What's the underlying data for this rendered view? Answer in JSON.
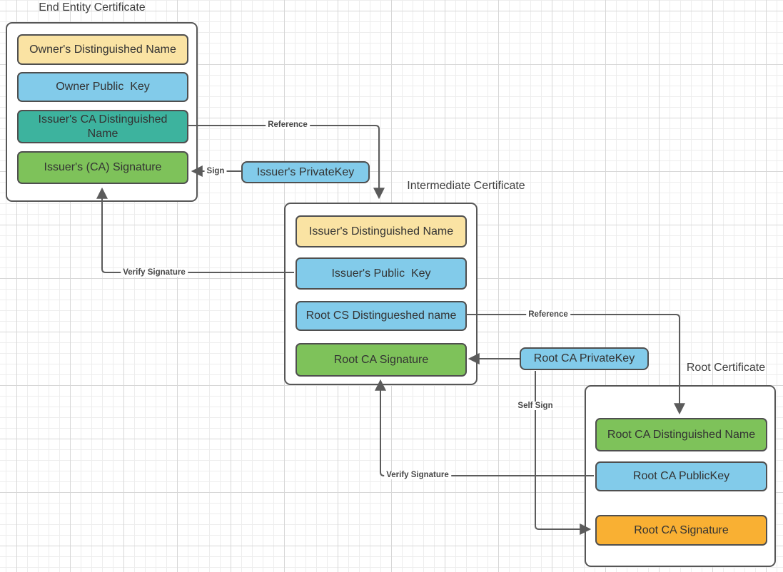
{
  "colors": {
    "yellow": "#FAE3A3",
    "blue": "#82CBEA",
    "teal": "#3DB39E",
    "green": "#7EC25A",
    "orange": "#F9B033",
    "container_border": "#565656",
    "node_border": "#4F4F4F",
    "edge_line": "#5B5B5B",
    "text": "#333333"
  },
  "groups": {
    "end_entity": {
      "title": "End Entity Certificate",
      "boxes": [
        {
          "label": "Owner's Distinguished Name",
          "color": "#FAE3A3"
        },
        {
          "label": "Owner Public  Key",
          "color": "#82CBEA"
        },
        {
          "label": "Issuer's CA Distinguished Name",
          "color": "#3DB39E"
        },
        {
          "label": "Issuer's (CA) Signature",
          "color": "#7EC25A"
        }
      ]
    },
    "intermediate": {
      "title": "Intermediate Certificate",
      "boxes": [
        {
          "label": "Issuer's Distinguished Name",
          "color": "#FAE3A3"
        },
        {
          "label": "Issuer's Public  Key",
          "color": "#82CBEA"
        },
        {
          "label": "Root CS Distingueshed name",
          "color": "#82CBEA"
        },
        {
          "label": "Root CA Signature",
          "color": "#7EC25A"
        }
      ]
    },
    "root": {
      "title": "Root Certificate",
      "boxes": [
        {
          "label": "Root CA Distinguished Name",
          "color": "#7EC25A"
        },
        {
          "label": "Root CA PublicKey",
          "color": "#82CBEA"
        },
        {
          "label": "Root CA Signature",
          "color": "#F9B033"
        }
      ]
    }
  },
  "standalone": {
    "issuers_private_key": {
      "label": "Issuer's PrivateKey",
      "color": "#82CBEA"
    },
    "root_ca_private_key": {
      "label": "Root CA PrivateKey",
      "color": "#82CBEA"
    }
  },
  "connectors": {
    "reference1": {
      "label": "Reference"
    },
    "sign": {
      "label": "Sign"
    },
    "verify_signature1": {
      "label": "Verify Signature"
    },
    "reference2": {
      "label": "Reference"
    },
    "self_sign": {
      "label": "Self Sign"
    },
    "verify_signature2": {
      "label": "Verify Signature"
    }
  }
}
